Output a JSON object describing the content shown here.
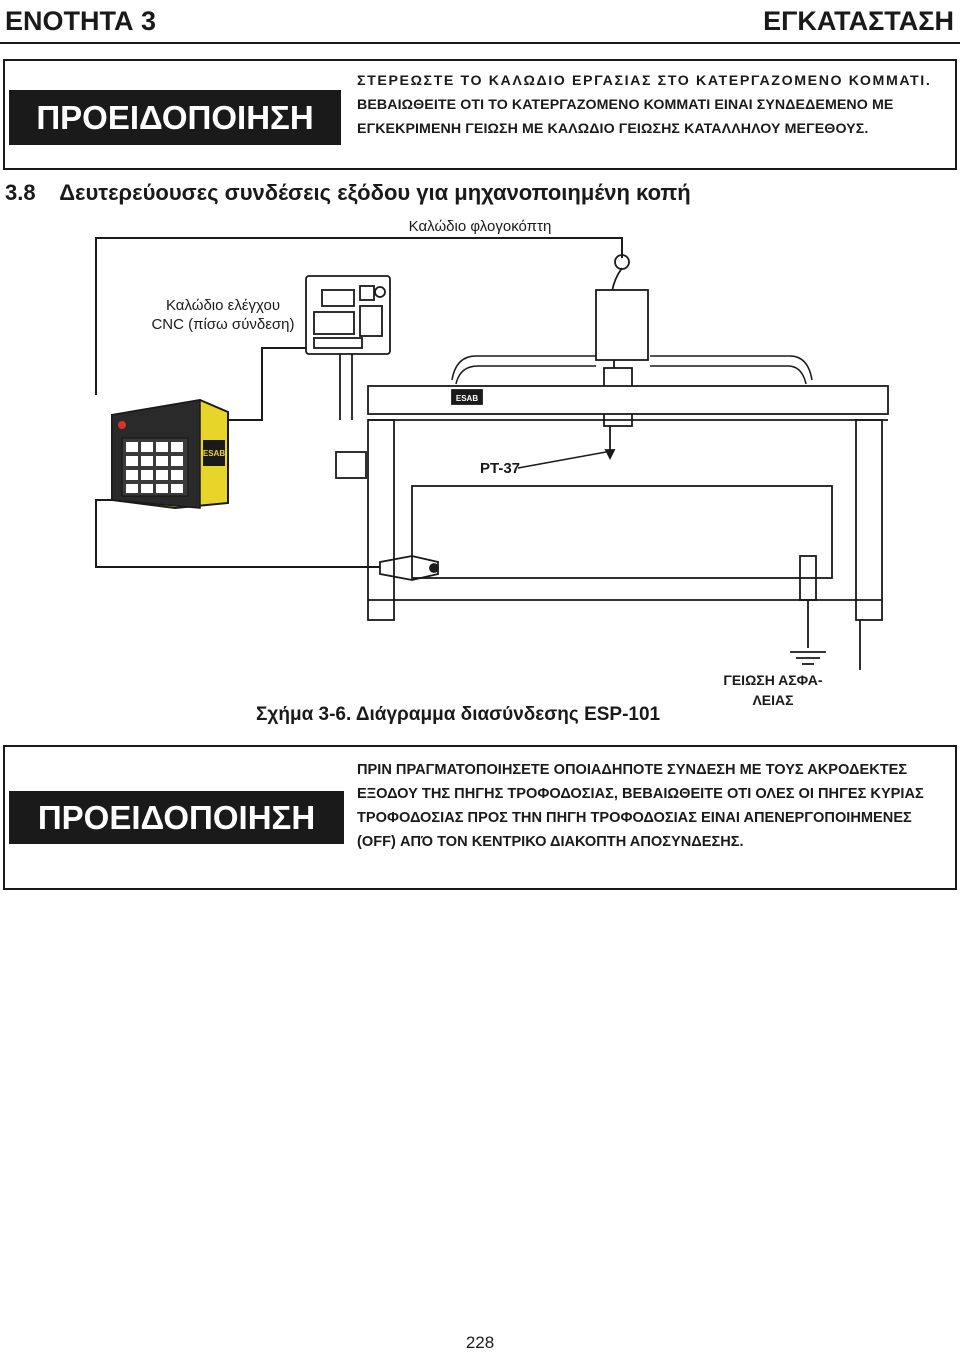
{
  "header": {
    "section": "ΕΝΟΤΗΤΑ 3",
    "chapter": "ΕΓΚΑΤΑΣΤΑΣΗ"
  },
  "warning_top": {
    "label": "ΠΡΟΕΙΔΟΠΟΙΗΣΗ",
    "lines": [
      "ΣΤΕΡΕΩΣΤΕ ΤΟ ΚΑΛΩΔΙΟ ΕΡΓΑΣΙΑΣ ΣΤΟ ΚΑΤΕΡΓΑΖΟΜΕΝΟ ΚΟΜΜΑΤΙ.",
      "ΒΕΒΑΙΩΘΕΙΤΕ ΟΤΙ ΤΟ ΚΑΤΕΡΓΑΖΟΜΕΝΟ ΚΟΜΜΑΤΙ ΕΙΝΑΙ ΣΥΝΔΕΔΕΜΕΝΟ ΜΕ",
      "ΕΓΚΕΚΡΙΜΕΝΗ ΓΕΙΩΣΗ ΜΕ ΚΑΛΩΔΙΟ ΓΕΙΩΣΗΣ ΚΑΤΑΛΛΗΛΟΥ ΜΕΓΕΘΟΥΣ."
    ]
  },
  "section": {
    "title": "3.8    Δευτερεύουσες συνδέσεις εξόδου για μηχανοποιημένη κοπή"
  },
  "diagram": {
    "torch_cable_label": "Καλώδιο φλογοκόπτη",
    "cnc_cable_label_1": "Καλώδιο ελέγχου",
    "cnc_cable_label_2": "CNC (πίσω σύνδεση)",
    "torch_label": "PT-37",
    "brand_label": "ESAB",
    "ground_label_1": "ΓΕΙΩΣΗ ΑΣΦΑ-",
    "ground_label_2": "ΛΕΙΑΣ",
    "caption": "Σχήμα 3-6. Διάγραμμα διασύνδεσης ESP-101",
    "colors": {
      "power_source_yellow": "#e8d52a",
      "line": "#1a1a1a"
    }
  },
  "warning_bottom": {
    "label": "ΠΡΟΕΙΔΟΠΟΙΗΣΗ",
    "lines": [
      "ΠΡΙΝ ΠΡΑΓΜΑΤΟΠΟΙΗΣΕΤΕ ΟΠΟΙΑΔΗΠΟΤΕ ΣΥΝΔΕΣΗ ΜΕ ΤΟΥΣ ΑΚΡΟΔΕΚΤΕΣ",
      "ΕΞΟΔΟΥ ΤΗΣ ΠΗΓΗΣ ΤΡΟΦΟΔΟΣΙΑΣ, ΒΕΒΑΙΩΘΕΙΤΕ ΟΤΙ ΟΛΕΣ ΟΙ ΠΗΓΕΣ ΚΥΡΙΑΣ",
      "ΤΡΟΦΟΔΟΣΙΑΣ ΠΡΟΣ ΤΗΝ ΠΗΓΗ ΤΡΟΦΟΔΟΣΙΑΣ ΕΙΝΑΙ ΑΠΕΝΕΡΓΟΠΟΙΗΜΕΝΕΣ",
      "(OFF) ΑΠΌ ΤΟΝ ΚΕΝΤΡΙΚΟ ΔΙΑΚΟΠΤΗ ΑΠΟΣΥΝΔΕΣΗΣ."
    ]
  },
  "footer": {
    "page_number": "228"
  }
}
